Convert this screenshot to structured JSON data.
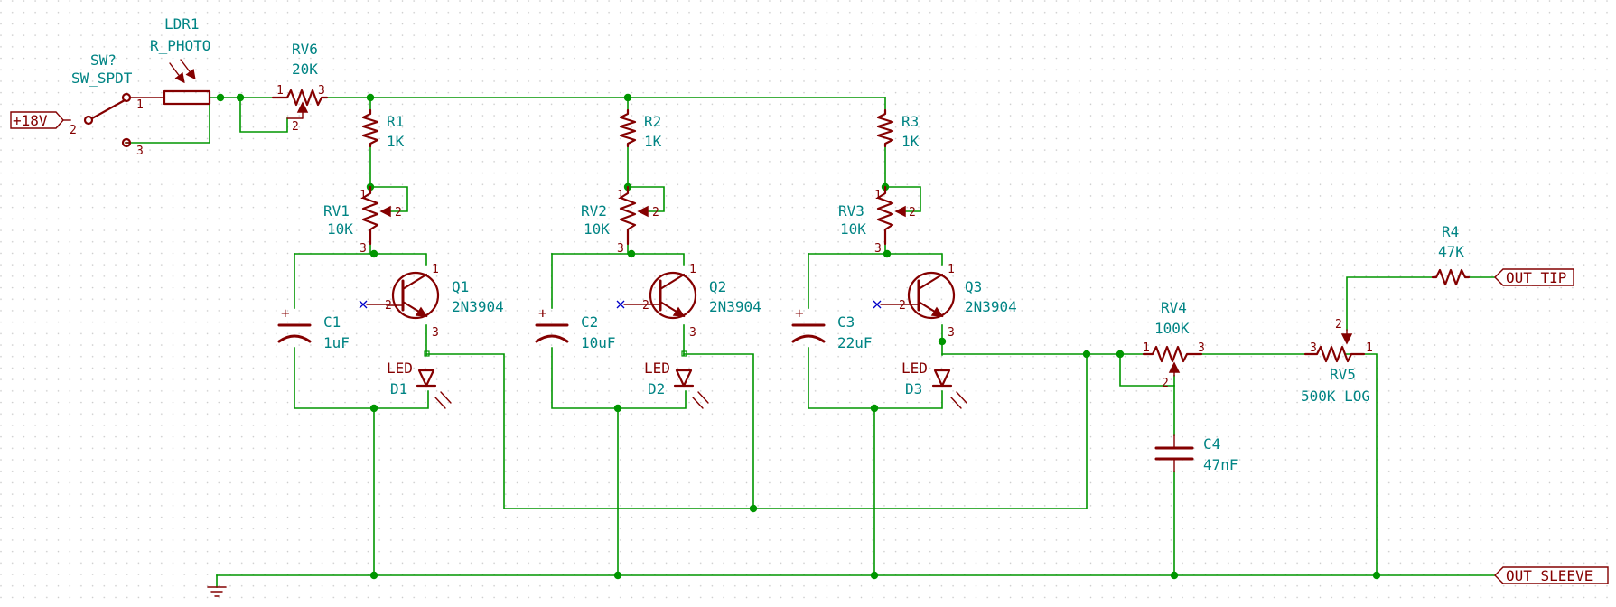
{
  "labels": {
    "power_in": "+18V",
    "out_tip": "OUT_TIP",
    "out_sleeve": "OUT_SLEEVE"
  },
  "components": {
    "sw": {
      "ref": "SW?",
      "value": "SW_SPDT",
      "pins": [
        "1",
        "2",
        "3"
      ]
    },
    "ldr1": {
      "ref": "LDR1",
      "value": "R_PHOTO"
    },
    "rv6": {
      "ref": "RV6",
      "value": "20K",
      "pins": [
        "1",
        "2",
        "3"
      ]
    },
    "r1": {
      "ref": "R1",
      "value": "1K"
    },
    "r2": {
      "ref": "R2",
      "value": "1K"
    },
    "r3": {
      "ref": "R3",
      "value": "1K"
    },
    "rv1": {
      "ref": "RV1",
      "value": "10K",
      "pins": [
        "1",
        "2",
        "3"
      ]
    },
    "rv2": {
      "ref": "RV2",
      "value": "10K",
      "pins": [
        "1",
        "2",
        "3"
      ]
    },
    "rv3": {
      "ref": "RV3",
      "value": "10K",
      "pins": [
        "1",
        "2",
        "3"
      ]
    },
    "q1": {
      "ref": "Q1",
      "value": "2N3904",
      "pins": [
        "1",
        "2",
        "3"
      ]
    },
    "q2": {
      "ref": "Q2",
      "value": "2N3904",
      "pins": [
        "1",
        "2",
        "3"
      ]
    },
    "q3": {
      "ref": "Q3",
      "value": "2N3904",
      "pins": [
        "1",
        "2",
        "3"
      ]
    },
    "c1": {
      "ref": "C1",
      "value": "1uF",
      "polarity": "+"
    },
    "c2": {
      "ref": "C2",
      "value": "10uF",
      "polarity": "+"
    },
    "c3": {
      "ref": "C3",
      "value": "22uF",
      "polarity": "+"
    },
    "d1": {
      "ref": "D1",
      "value": "LED"
    },
    "d2": {
      "ref": "D2",
      "value": "LED"
    },
    "d3": {
      "ref": "D3",
      "value": "LED"
    },
    "rv4": {
      "ref": "RV4",
      "value": "100K",
      "pins": [
        "1",
        "2",
        "3"
      ]
    },
    "c4": {
      "ref": "C4",
      "value": "47nF"
    },
    "r4": {
      "ref": "R4",
      "value": "47K"
    },
    "rv5": {
      "ref": "RV5",
      "value": "500K LOG",
      "pins": [
        "3",
        "2",
        "1"
      ]
    }
  },
  "colors": {
    "wire": "#009600",
    "symbol": "#840000",
    "text": "#008484",
    "no_connect": "#0000c8",
    "grid_dot": "#c8c8c8"
  }
}
